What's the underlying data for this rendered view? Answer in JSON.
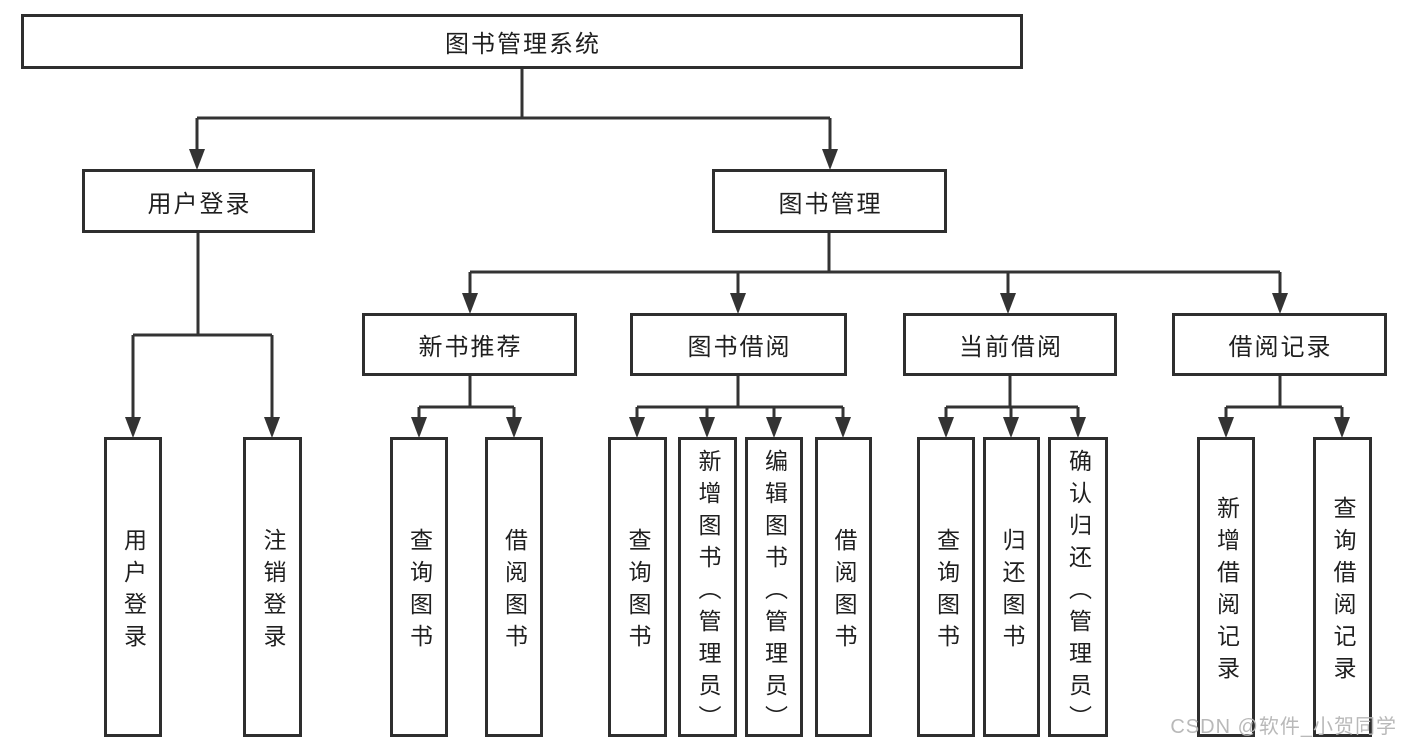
{
  "diagram": {
    "root": {
      "label": "图书管理系统",
      "children": [
        {
          "label": "用户登录",
          "children": [
            {
              "label": "用户登录"
            },
            {
              "label": "注销登录"
            }
          ]
        },
        {
          "label": "图书管理",
          "children": [
            {
              "label": "新书推荐",
              "children": [
                {
                  "label": "查询图书"
                },
                {
                  "label": "借阅图书"
                }
              ]
            },
            {
              "label": "图书借阅",
              "children": [
                {
                  "label": "查询图书"
                },
                {
                  "label": "新增图书（管理员）"
                },
                {
                  "label": "编辑图书（管理员）"
                },
                {
                  "label": "借阅图书"
                }
              ]
            },
            {
              "label": "当前借阅",
              "children": [
                {
                  "label": "查询图书"
                },
                {
                  "label": "归还图书"
                },
                {
                  "label": "确认归还（管理员）"
                }
              ]
            },
            {
              "label": "借阅记录",
              "children": [
                {
                  "label": "新增借阅记录"
                },
                {
                  "label": "查询借阅记录"
                }
              ]
            }
          ]
        }
      ]
    }
  },
  "colors": {
    "line": "#333333",
    "box_border": "#2e2e2e",
    "text": "#1f1f1f",
    "watermark": "#b9b9b9",
    "background": "#ffffff"
  },
  "watermark": {
    "text": "CSDN @软件_小贺同学"
  }
}
